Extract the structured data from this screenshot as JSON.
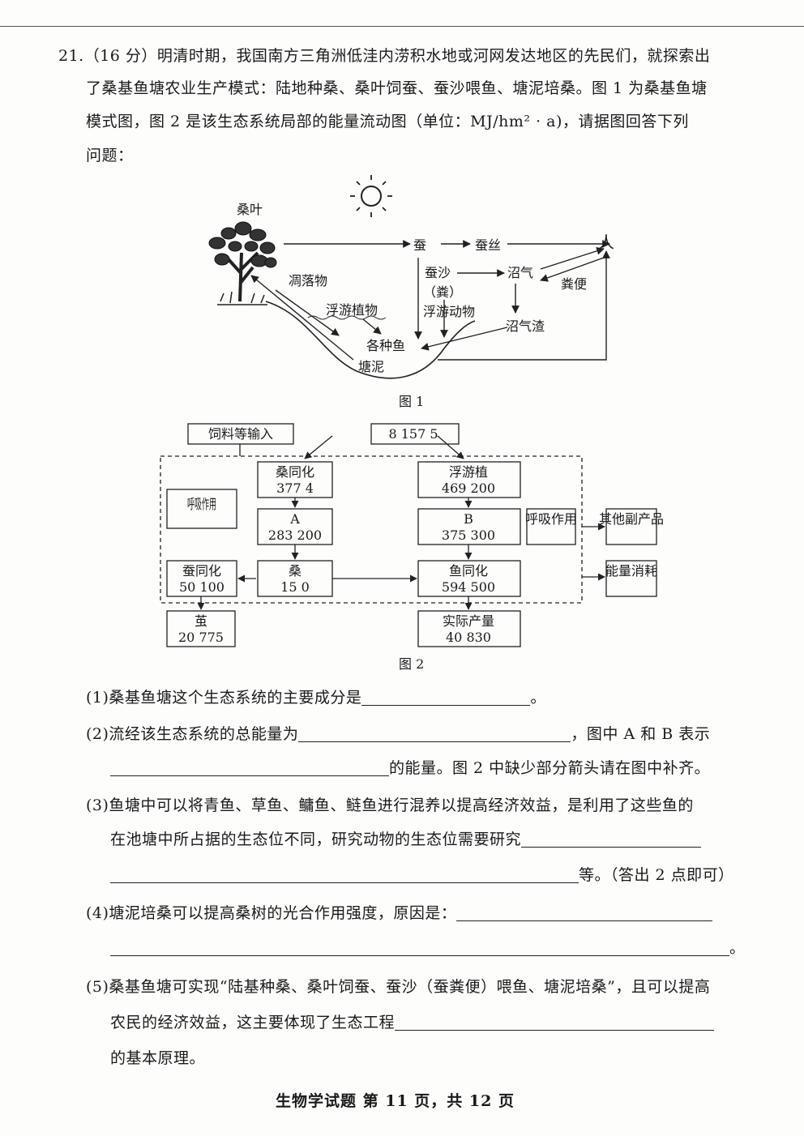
{
  "question": {
    "lines": [
      "21.（16 分）明清时期，我国南方三角洲低洼内涝积水地或河网发达地区的先民们，就探索出",
      "了桑基鱼塘农业生产模式：陆地种桑、桑叶饲蚕、蚕沙喂鱼、塘泥培桑。图 1 为桑基鱼塘",
      "模式图，图 2 是该生态系统局部的能量流动图（单位：MJ/hm² · a)，请据图回答下列",
      "问题："
    ]
  },
  "fig1": {
    "caption": "图 1",
    "labels": {
      "mulberry": "桑叶",
      "silkworm": "蚕",
      "silk": "蚕丝",
      "human": "人",
      "litter": "凋落物",
      "silkworm_feces": "蚕沙",
      "feces_note": "（粪）",
      "biogas": "沼气",
      "excrement": "粪便",
      "phytoplankton": "浮游植物",
      "zooplankton": "浮游动物",
      "biogas_residue": "沼气渣",
      "fish": "各种鱼",
      "mud": "塘泥"
    }
  },
  "fig2": {
    "caption": "图 2",
    "feed_input": "饲料等输入",
    "top_value": "8 157 5",
    "mulberry_assim": "桑同化",
    "mulberry_value": "377 4",
    "plankton_assim": "浮游植",
    "plankton_value": "469 200",
    "respiration": "呼吸作用",
    "a_label": "A",
    "a_value": "283 200",
    "b_label": "B",
    "b_value": "375 300",
    "silkworm_assim": "蚕同化",
    "silkworm_value": "50 100",
    "mulberry_total": "桑",
    "mulberry_total_value": "15   0",
    "fish_assim": "鱼同化",
    "fish_value": "594 500",
    "cocoon": "茧",
    "cocoon_value": "20 775",
    "actual_output": "实际产量",
    "actual_value": "40 830",
    "other_products": "其他副产品",
    "energy_loss": "能量消耗"
  },
  "questions": {
    "q1a": "(1)桑基鱼塘这个生态系统的主要成分是",
    "q1b": "。",
    "q2a": "(2)流经该生态系统的总能量为",
    "q2b": "，图中 A 和 B 表示",
    "q2c": "的能量。图 2 中缺少部分箭头请在图中补齐。",
    "q3a": "(3)鱼塘中可以将青鱼、草鱼、鳙鱼、鲢鱼进行混养以提高经济效益，是利用了这些鱼的",
    "q3b": "在池塘中所占据的生态位不同，研究动物的生态位需要研究",
    "q3c": "等。（答出 2 点即可）",
    "q4a": "(4)塘泥培桑可以提高桑树的光合作用强度，原因是：",
    "q4b": "。",
    "q5a": "(5)桑基鱼塘可实现“陆基种桑、桑叶饲蚕、蚕沙（蚕粪便）喂鱼、塘泥培桑”，且可以提高",
    "q5b": "农民的经济效益，这主要体现了生态工程",
    "q5c": "的基本原理。"
  },
  "footer": "生物学试题   第 11 页，共 12 页"
}
